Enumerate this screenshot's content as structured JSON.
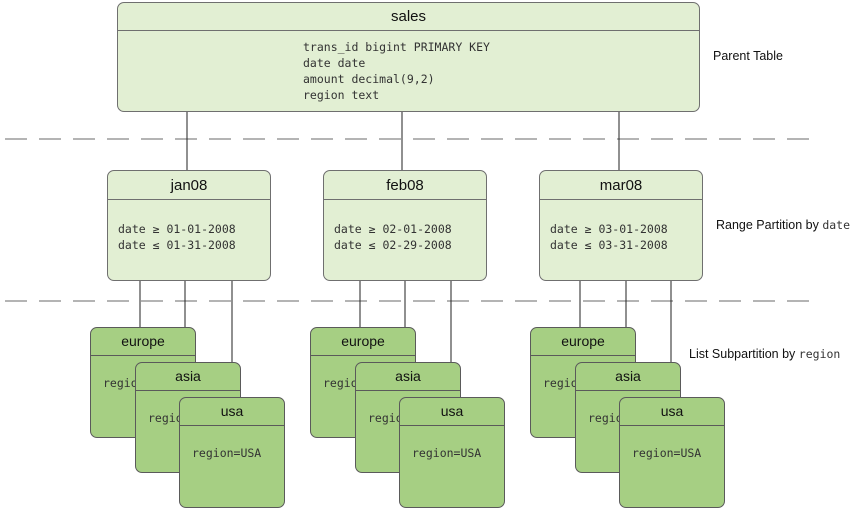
{
  "parent": {
    "name": "sales",
    "columns": [
      "trans_id bigint PRIMARY KEY",
      "date date",
      "amount decimal(9,2)",
      "region text"
    ]
  },
  "labels": {
    "parent_table": "Parent Table",
    "range_partition": "Range Partition by",
    "range_key": "date",
    "list_subpartition": "List Subpartition by",
    "list_key": "region"
  },
  "partitions": [
    {
      "name": "jan08",
      "cond_lower": "date ≥ 01-01-2008",
      "cond_upper": "date ≤ 01-31-2008",
      "subs": [
        {
          "name": "europe",
          "text": "region=EUROPE"
        },
        {
          "name": "asia",
          "text": "region=ASIA"
        },
        {
          "name": "usa",
          "text": "region=USA"
        }
      ]
    },
    {
      "name": "feb08",
      "cond_lower": "date ≥ 02-01-2008",
      "cond_upper": "date ≤ 02-29-2008",
      "subs": [
        {
          "name": "europe",
          "text": "region=EUROPE"
        },
        {
          "name": "asia",
          "text": "region=ASIA"
        },
        {
          "name": "usa",
          "text": "region=USA"
        }
      ]
    },
    {
      "name": "mar08",
      "cond_lower": "date ≥ 03-01-2008",
      "cond_upper": "date ≤ 03-31-2008",
      "subs": [
        {
          "name": "europe",
          "text": "region=EUROPE"
        },
        {
          "name": "asia",
          "text": "region=ASIA"
        },
        {
          "name": "usa",
          "text": "region=USA"
        }
      ]
    }
  ]
}
